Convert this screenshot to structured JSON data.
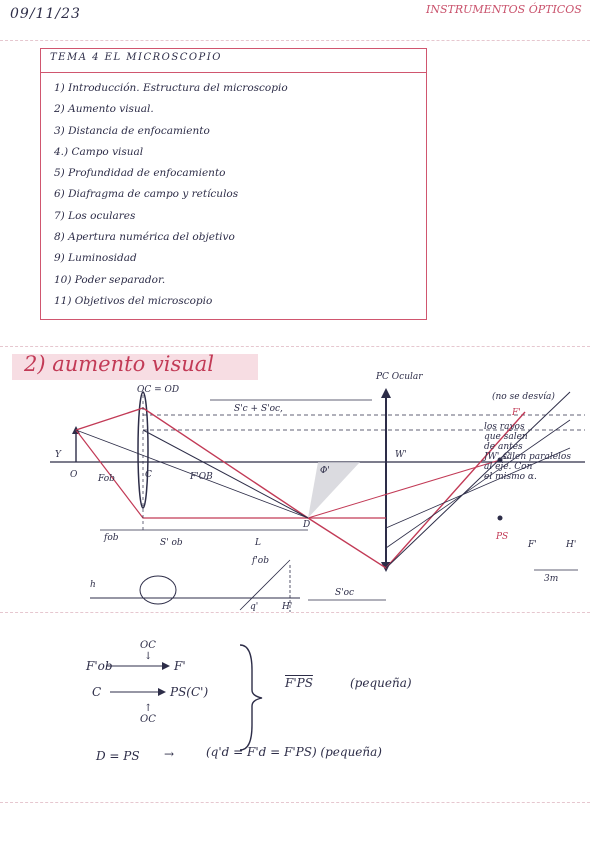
{
  "header": {
    "date": "09/11/23",
    "title": "INSTRUMENTOS ÓPTICOS"
  },
  "topic": "TEMA 4 EL MICROSCOPIO",
  "index": [
    "1) Introducción. Estructura del microscopio",
    "2) Aumento visual.",
    "3) Distancia de enfocamiento",
    "4.) Campo visual",
    "5) Profundidad de enfocamiento",
    "6) Diafragma de campo y retículos",
    "7) Los oculares",
    "8) Apertura numérica del objetivo",
    "9) Luminosidad",
    "10) Poder separador.",
    "11) Objetivos del microscopio"
  ],
  "section": {
    "title": "2) aumento visual"
  },
  "diagram": {
    "labels": {
      "oc_od": "OC = OD",
      "pc_ocular": "PC Ocular",
      "no_se_desvia": "(no se desvía)",
      "s_sum": "S'c + S'oc,",
      "y": "Y",
      "o": "O",
      "f_ob": "Fob",
      "c": "C",
      "f_prime_ob": "F'OB",
      "d": "D",
      "w": "W'",
      "phi": "Φ'",
      "f_prime": "F'",
      "c_prime": "C'",
      "ps": "PS",
      "f_ob_dist": "fob",
      "s_prime_ob": "S' ob",
      "l": "L",
      "f_prime_ob2": "f'ob",
      "s_prime_oc": "S'oc",
      "h": "h",
      "q_prime": "q'",
      "h_prime": "H'",
      "f_prime_bot": "F'",
      "h_prime_bot": "H'",
      "dim_3m": "3m",
      "notes": [
        "los rayos",
        "que salen",
        "de antes",
        "JW' salen paralelos",
        "al eje. Con",
        "el mismo α."
      ]
    }
  },
  "scheme": {
    "oc1": "OC",
    "arrow1": "↓",
    "row1_left": "F'ob",
    "row1_right": "F'",
    "row2_left": "C",
    "row2_right": "PS(C')",
    "arrow2": "↑",
    "oc2": "OC",
    "brace_result": "F'PS",
    "brace_note": "(pequeña)",
    "final_eq": "D = PS",
    "final_arrow": "→",
    "final_paren": "(q'd = F'd = F'PS) (pequeña)"
  },
  "colors": {
    "ink": "#2d2d48",
    "pink": "#c23a56",
    "highlight": "#f7dde3"
  }
}
